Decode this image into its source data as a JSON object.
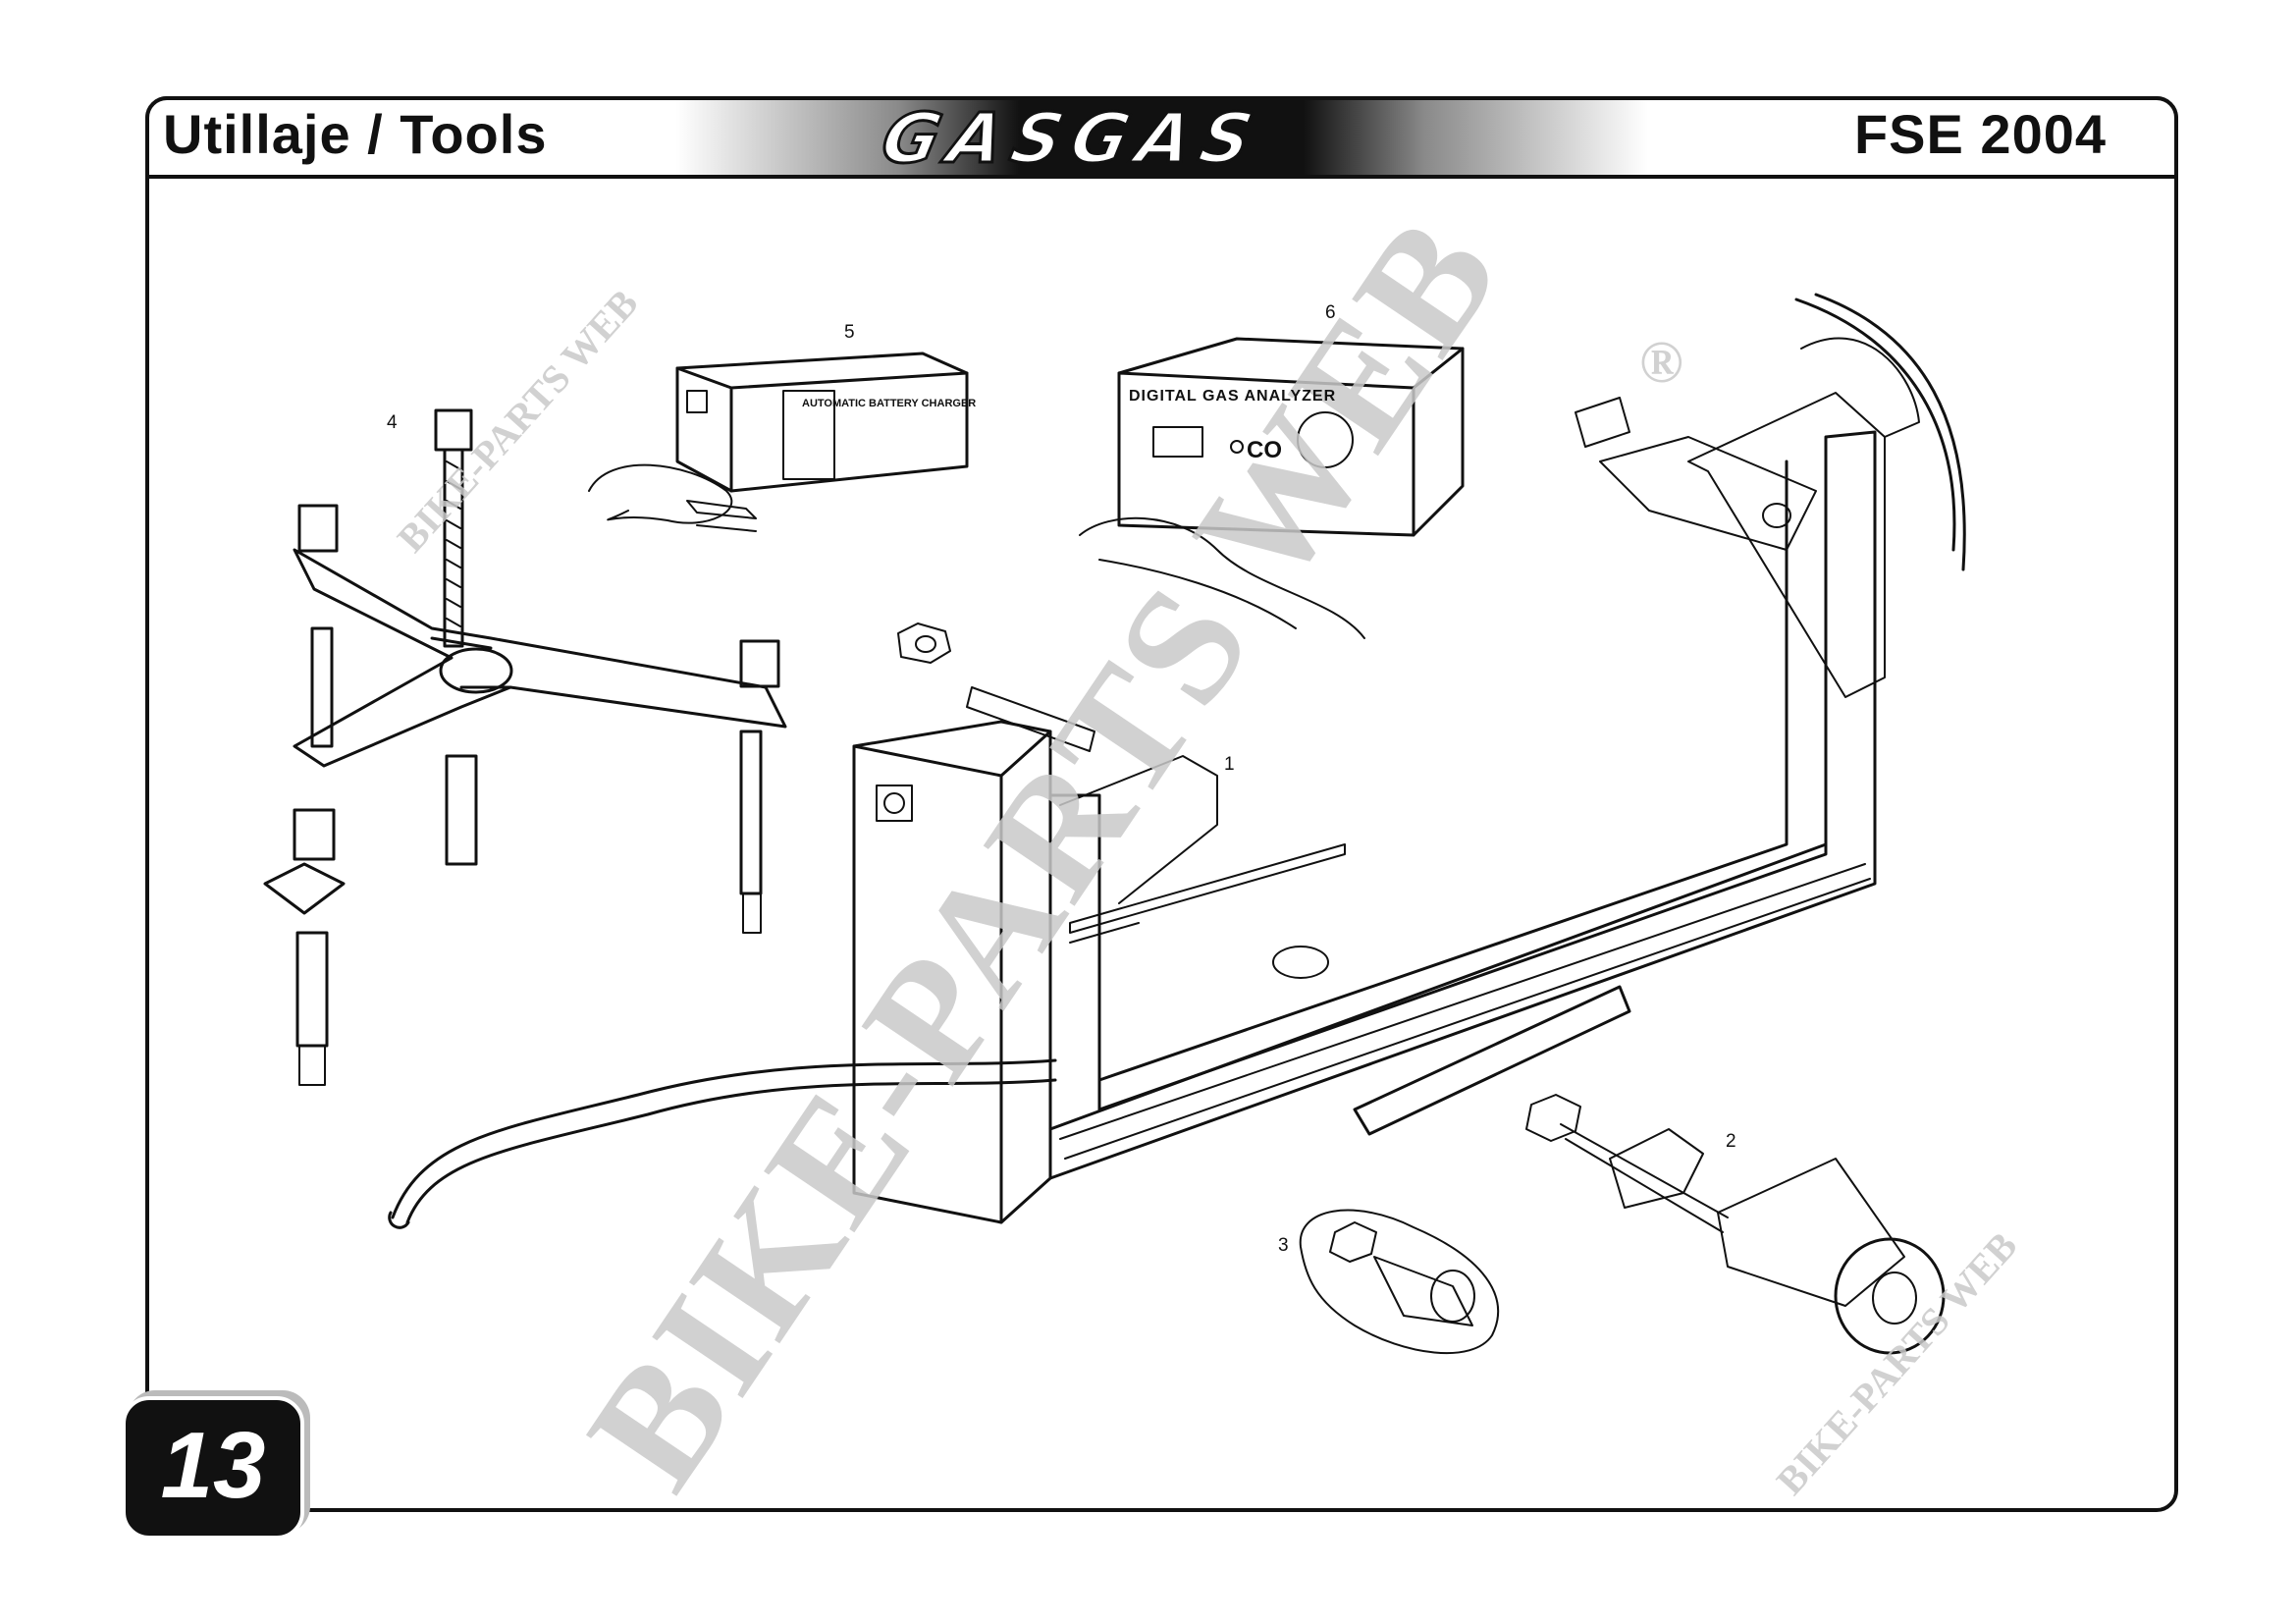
{
  "header": {
    "title_left": "Utillaje / Tools",
    "brand": "GASGAS",
    "title_right": "FSE 2004"
  },
  "page": {
    "number": "13"
  },
  "callouts": [
    "1",
    "2",
    "3",
    "4",
    "5",
    "6"
  ],
  "devices": {
    "charger_label": "AUTOMATIC BATTERY CHARGER",
    "analyzer_label": "DIGITAL GAS ANALYZER",
    "analyzer_reading": "CO"
  },
  "watermark": {
    "text": "BIKE-PARTS WEB",
    "mark": "®"
  }
}
